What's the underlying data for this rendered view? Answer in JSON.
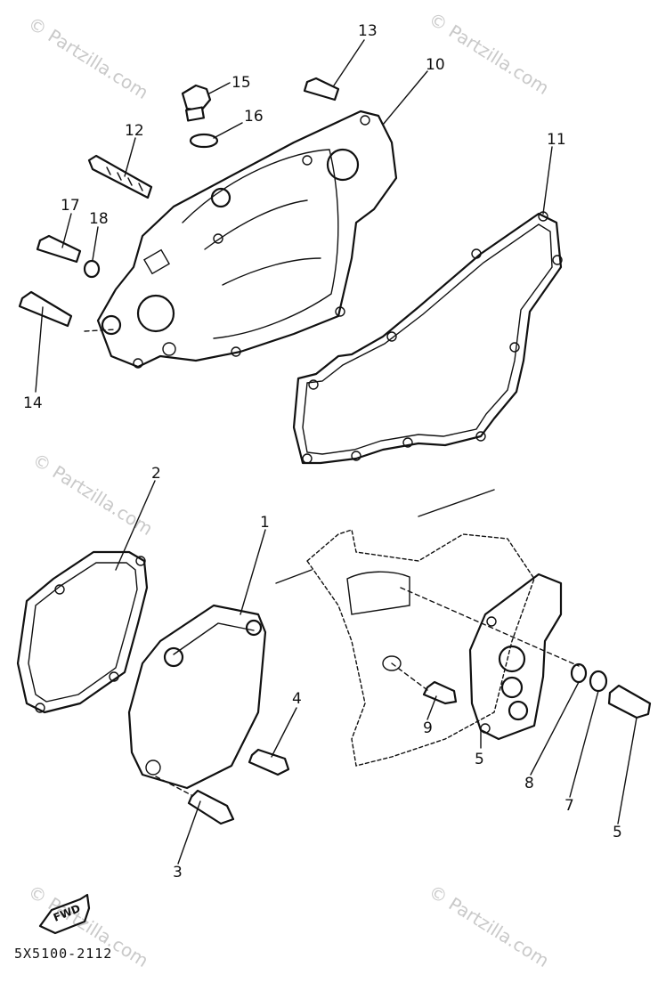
{
  "watermarks": [
    "© Partzilla.com",
    "© Partzilla.com",
    "© Partzilla.com",
    "© Partzilla.com",
    "© Partzilla.com"
  ],
  "diagram_code": "5X5100-2112",
  "fwd_label": "FWD",
  "callouts": {
    "c1": "1",
    "c2": "2",
    "c3": "3",
    "c4": "4",
    "c5a": "5",
    "c5b": "5",
    "c6": "8",
    "c7": "7",
    "c8": "9",
    "c10": "10",
    "c11": "11",
    "c12": "12",
    "c13": "13",
    "c14": "14",
    "c15": "15",
    "c16": "16",
    "c17": "17",
    "c18": "18"
  }
}
